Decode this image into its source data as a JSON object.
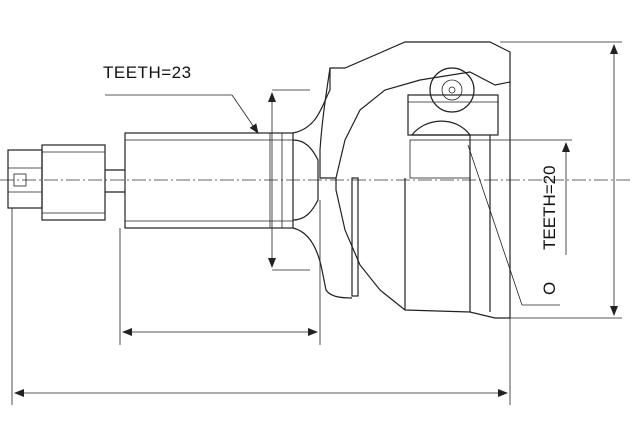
{
  "labels": {
    "outer_teeth": "TEETH=23",
    "inner_teeth": "TEETH=20",
    "ring_mark": "O"
  },
  "colors": {
    "line": "#222222",
    "background": "#ffffff"
  }
}
